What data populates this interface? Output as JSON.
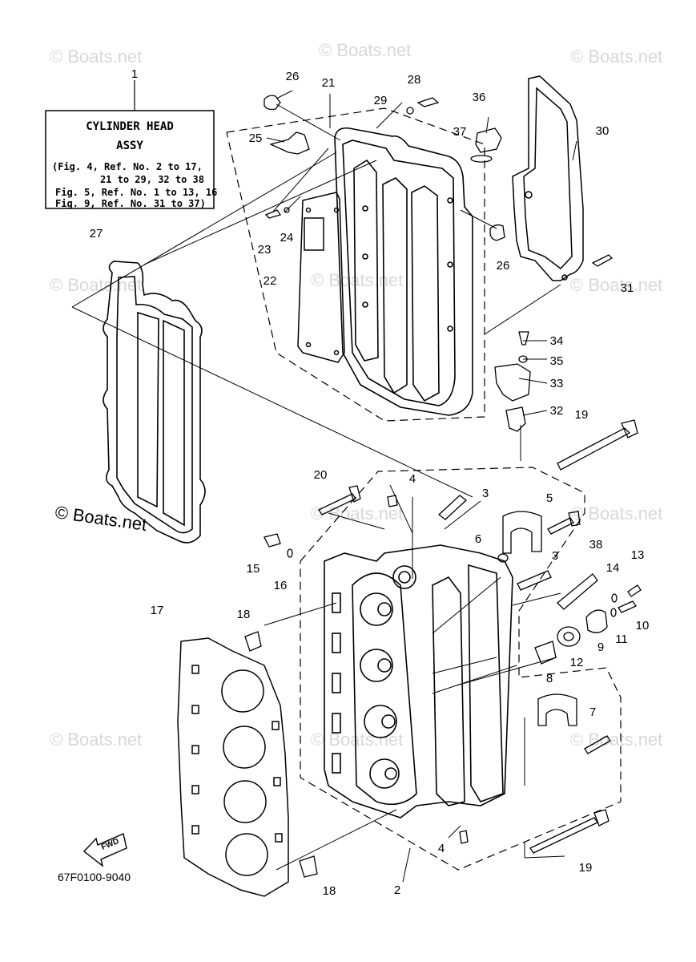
{
  "title_box": {
    "ref": "1",
    "line1": "CYLINDER HEAD",
    "line2": "ASSY",
    "lines": [
      "(Fig. 4, Ref. No. 2 to 17,",
      "21 to 29, 32 to 38",
      "Fig. 5, Ref. No. 1 to 13, 16",
      "Fig. 9, Ref. No. 31 to 37)"
    ]
  },
  "watermark": "© Boats.net",
  "diagram_code": "67F0100-9040",
  "fwd_label": "FWD",
  "part_labels": [
    {
      "id": "p26a",
      "text": "26"
    },
    {
      "id": "p21",
      "text": "21"
    },
    {
      "id": "p28",
      "text": "28"
    },
    {
      "id": "p29",
      "text": "29"
    },
    {
      "id": "p36",
      "text": "36"
    },
    {
      "id": "p37",
      "text": "37"
    },
    {
      "id": "p30",
      "text": "30"
    },
    {
      "id": "p25",
      "text": "25"
    },
    {
      "id": "p27",
      "text": "27"
    },
    {
      "id": "p23",
      "text": "23"
    },
    {
      "id": "p24",
      "text": "24"
    },
    {
      "id": "p26b",
      "text": "26"
    },
    {
      "id": "p22",
      "text": "22"
    },
    {
      "id": "p31",
      "text": "31"
    },
    {
      "id": "p34",
      "text": "34"
    },
    {
      "id": "p35",
      "text": "35"
    },
    {
      "id": "p33",
      "text": "33"
    },
    {
      "id": "p32",
      "text": "32"
    },
    {
      "id": "p19a",
      "text": "19"
    },
    {
      "id": "p20",
      "text": "20"
    },
    {
      "id": "p4a",
      "text": "4"
    },
    {
      "id": "p3a",
      "text": "3"
    },
    {
      "id": "p5",
      "text": "5"
    },
    {
      "id": "p6",
      "text": "6"
    },
    {
      "id": "p3b",
      "text": "3"
    },
    {
      "id": "p38",
      "text": "38"
    },
    {
      "id": "p13",
      "text": "13"
    },
    {
      "id": "p14",
      "text": "14"
    },
    {
      "id": "p10",
      "text": "10"
    },
    {
      "id": "p15",
      "text": "15"
    },
    {
      "id": "p16",
      "text": "16"
    },
    {
      "id": "p11",
      "text": "11"
    },
    {
      "id": "p9",
      "text": "9"
    },
    {
      "id": "p12",
      "text": "12"
    },
    {
      "id": "p8",
      "text": "8"
    },
    {
      "id": "p17",
      "text": "17"
    },
    {
      "id": "p18a",
      "text": "18"
    },
    {
      "id": "p7",
      "text": "7"
    },
    {
      "id": "p4b",
      "text": "4"
    },
    {
      "id": "p19b",
      "text": "19"
    },
    {
      "id": "p2",
      "text": "2"
    },
    {
      "id": "p18b",
      "text": "18"
    }
  ]
}
